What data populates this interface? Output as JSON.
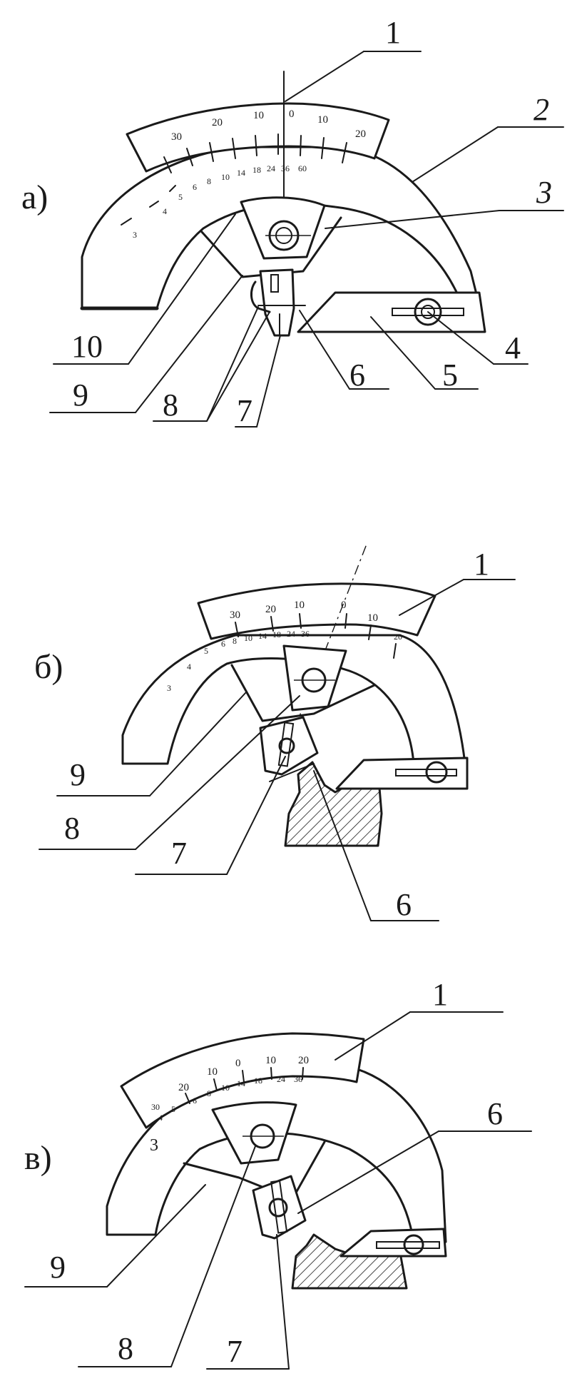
{
  "colors": {
    "ink": "#1a1a1a",
    "paper": "#ffffff"
  },
  "views": [
    {
      "panel_label": "а)",
      "part_labels": [
        "1",
        "2",
        "3",
        "4",
        "5",
        "6",
        "7",
        "8",
        "9",
        "10"
      ],
      "scale_upper": [
        "30",
        "20",
        "10",
        "0",
        "10",
        "20"
      ],
      "scale_lower": [
        "3",
        "4",
        "5",
        "6",
        "8",
        "10",
        "14",
        "18",
        "24",
        "36",
        "60"
      ]
    },
    {
      "panel_label": "б)",
      "part_labels": [
        "1",
        "9",
        "8",
        "7",
        "6"
      ],
      "scale_upper": [
        "30",
        "20",
        "10",
        "0",
        "10",
        "20"
      ],
      "scale_lower": [
        "3",
        "4",
        "5",
        "6",
        "8",
        "10",
        "14",
        "18",
        "24",
        "36"
      ]
    },
    {
      "panel_label": "в)",
      "part_labels": [
        "1",
        "6",
        "3",
        "9",
        "8",
        "7"
      ],
      "scale_upper": [
        "30",
        "20",
        "10",
        "0",
        "10",
        "20"
      ],
      "scale_lower": [
        "4",
        "5",
        "6",
        "8",
        "10",
        "14",
        "18",
        "24",
        "36"
      ]
    }
  ]
}
